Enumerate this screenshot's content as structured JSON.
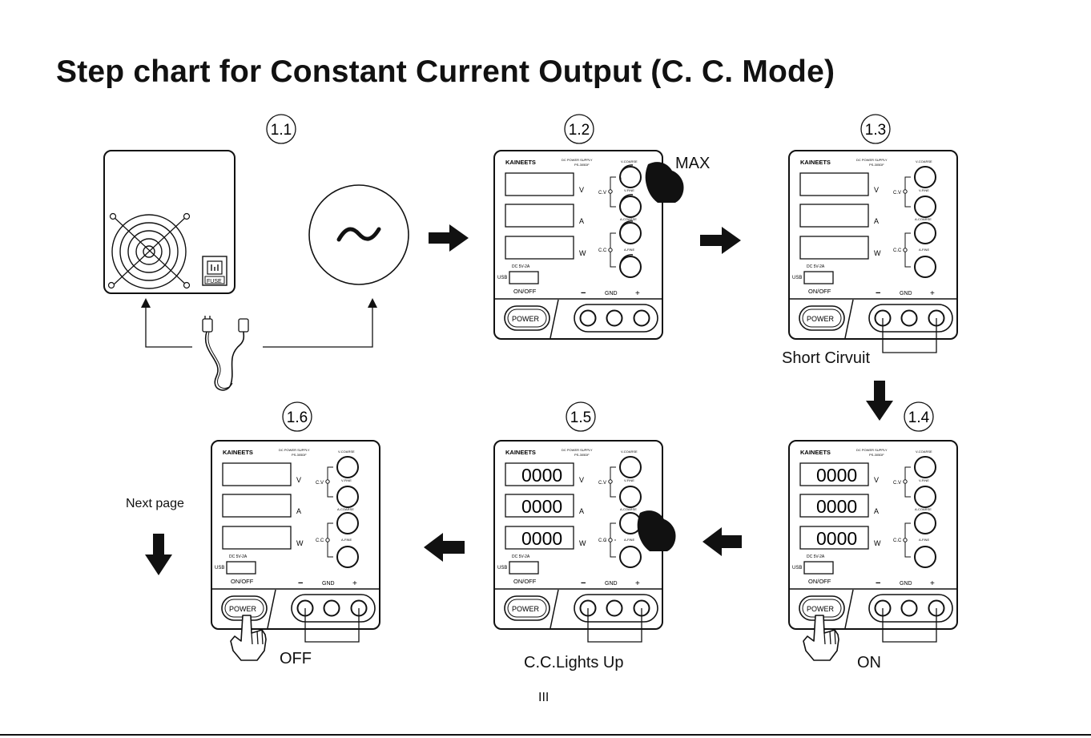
{
  "title": "Step chart for Constant Current Output (C. C. Mode)",
  "steps": {
    "s1_1": "1.1",
    "s1_2": "1.2",
    "s1_3": "1.3",
    "s1_4": "1.4",
    "s1_5": "1.5",
    "s1_6": "1.6"
  },
  "captions": {
    "max": "MAX",
    "short_circuit": "Short Cirvuit",
    "on": "ON",
    "cc_lights_up": "C.C.Lights Up",
    "off": "OFF",
    "next_page": "Next page"
  },
  "panel_labels": {
    "brand": "KAINEETS",
    "supply": "DC POWER SUPPLY",
    "model": "PS-305DF",
    "v_coarse": "V-COARSE",
    "v_fine": "V-FINE",
    "a_coarse": "A-COARSE",
    "a_fine": "A-FINE",
    "cv": "C.V",
    "cc": "C.C",
    "unit_v": "V",
    "unit_a": "A",
    "unit_w": "W",
    "usb_rating": "DC 5V-2A",
    "usb": "USB",
    "on_off": "ON/OFF",
    "power": "POWER",
    "minus": "−",
    "gnd": "GND",
    "plus": "+",
    "display_value": "0000"
  },
  "fuse": "FUSE",
  "page_number": "III"
}
